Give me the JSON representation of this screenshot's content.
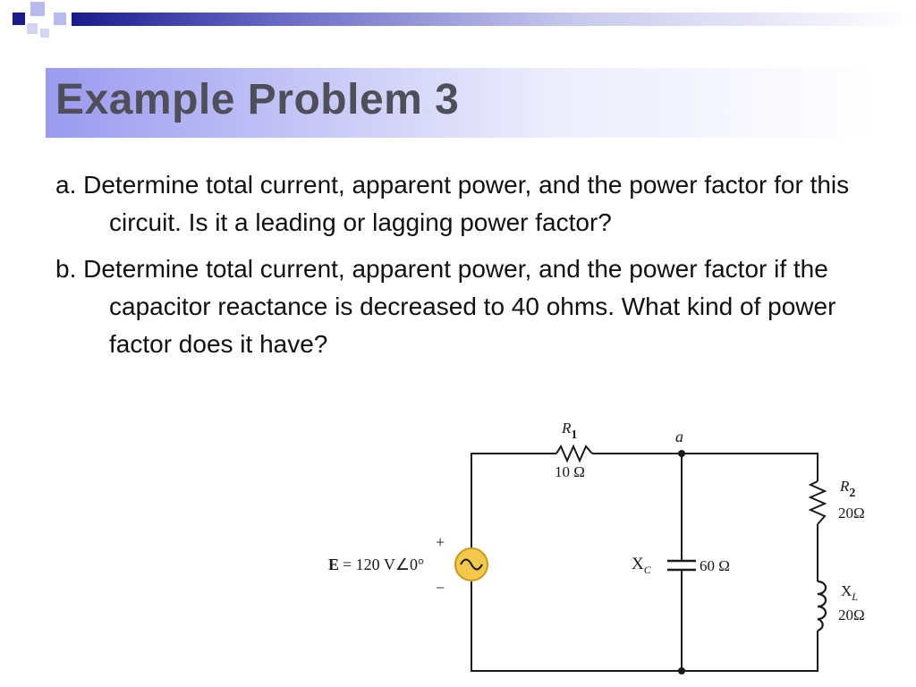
{
  "slide": {
    "title": "Example Problem 3",
    "paragraphs": [
      "a. Determine total current, apparent power, and the power factor for this circuit. Is it a leading or lagging power factor?",
      "b. Determine total current, apparent power, and the power factor if the capacitor reactance is decreased to 40 ohms.  What kind of power factor does it have?"
    ]
  },
  "circuit": {
    "source": {
      "symbol": "E",
      "value_text": "= 120 V∠0°",
      "plus": "+",
      "minus": "−"
    },
    "r1": {
      "name": "R",
      "subscript": "1",
      "value": "10 Ω"
    },
    "node_a": "a",
    "capacitor": {
      "name": "X",
      "subscript": "C",
      "value": "60 Ω"
    },
    "r2": {
      "name": "R",
      "subscript": "2",
      "value": "20Ω"
    },
    "inductor": {
      "name": "X",
      "subscript": "L",
      "value": "20Ω"
    }
  },
  "colors": {
    "title_band_start": "#9a9af0",
    "title_text": "#4f4f5a",
    "decor_dark": "#1a1a8c",
    "decor_light": "#b9b9ee",
    "source_fill": "#f2c94c"
  }
}
